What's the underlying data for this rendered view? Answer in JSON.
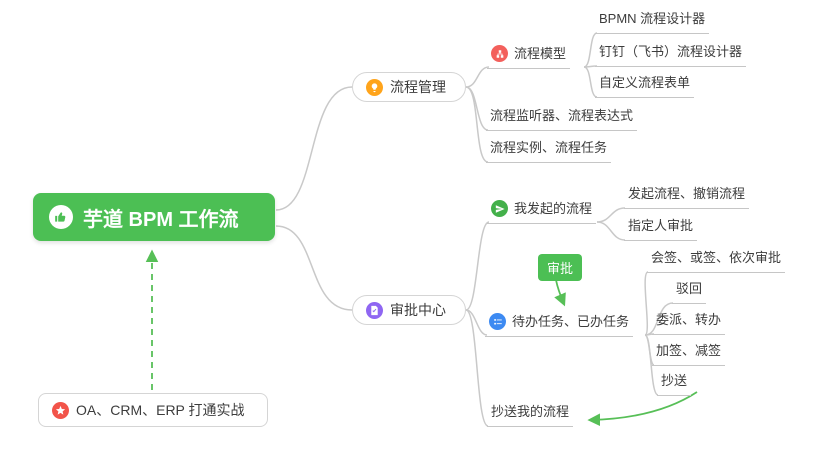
{
  "root": {
    "label": "芋道 BPM 工作流"
  },
  "branches": {
    "process_mgmt": {
      "label": "流程管理"
    },
    "approval_center": {
      "label": "审批中心"
    },
    "oa_note": {
      "label": "OA、CRM、ERP 打通实战"
    }
  },
  "process": {
    "model": {
      "label": "流程模型"
    },
    "bpmn_designer": {
      "label": "BPMN 流程设计器"
    },
    "dingtalk_designer": {
      "label": "钉钉（飞书）流程设计器"
    },
    "custom_form": {
      "label": "自定义流程表单"
    },
    "listener_expr": {
      "label": "流程监听器、流程表达式"
    },
    "instance_task": {
      "label": "流程实例、流程任务"
    }
  },
  "approval": {
    "my_initiated": {
      "label": "我发起的流程"
    },
    "initiate_cancel": {
      "label": "发起流程、撤销流程"
    },
    "assignee": {
      "label": "指定人审批"
    },
    "tag": {
      "label": "审批"
    },
    "todo_done": {
      "label": "待办任务、已办任务"
    },
    "multi_sign": {
      "label": "会签、或签、依次审批"
    },
    "reject": {
      "label": "驳回"
    },
    "delegate": {
      "label": "委派、转办"
    },
    "add_reduce": {
      "label": "加签、减签"
    },
    "cc": {
      "label": "抄送"
    },
    "cc_my": {
      "label": "抄送我的流程"
    }
  },
  "colors": {
    "root_bg": "#4cbf54",
    "tag_bg": "#4cbf54",
    "arrow_green": "#57bf57",
    "connector_gray": "#c9c9c9",
    "icon_orange": "#ffa41b",
    "icon_red": "#f3605c",
    "icon_green": "#43b04a",
    "icon_blue": "#3d8af2",
    "icon_purple": "#8f66f2",
    "icon_star_red": "#f2544a"
  }
}
